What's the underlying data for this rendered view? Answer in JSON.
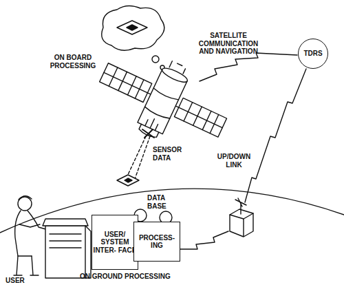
{
  "diagram": {
    "nodes": [
      {
        "text": [
          "TDRS"
        ]
      },
      {
        "text": [
          "USER/ SYSTEM INTER- FACE"
        ]
      },
      {
        "text": [
          "PROCESS- ING"
        ]
      }
    ],
    "labels": [
      "ON BOARD PROCESSING",
      "SATELLITE COMMUNICATION AND NAVIGATION",
      "SENSOR DATA",
      "UP/DOWN LINK",
      "DATA BASE",
      "ON GROUND PROCESSING",
      "USER"
    ]
  }
}
